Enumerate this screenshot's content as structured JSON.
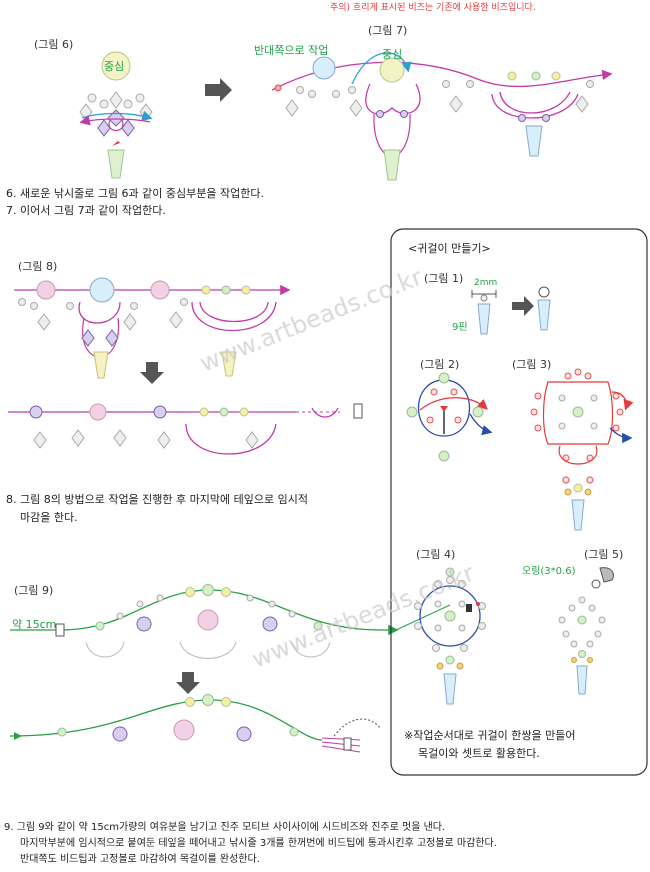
{
  "top_note": "주의) 흐리게 표시된 비즈는 기존에 사용한 비즈입니다.",
  "figures": {
    "fig6": "(그림 6)",
    "fig7": "(그림 7)",
    "fig8": "(그림 8)",
    "fig9": "(그림 9)"
  },
  "labels": {
    "center6": "중심",
    "center7": "중심",
    "opposite": "반대쪽으로 작업",
    "length15": "약 15cm"
  },
  "steps": {
    "s6": "6. 새로운 낚시줄로 그림 6과 같이 중심부분을 작업한다.",
    "s7": "7. 이어서 그림 7과 같이 작업한다.",
    "s8a": "8. 그림 8의 방법으로 작업을 진행한 후 마지막에 테잎으로 임시적",
    "s8b": "마감을 한다.",
    "s9a": "9. 그림 9와 같이 약 15cm가량의 여유분을 남기고 진주 모티브 사이사이에 시드비즈와 진주로 멋을 낸다.",
    "s9b": "마지막부분에 임시적으로 붙여둔 테잎을 떼어내고 낚시줄 3개를 한꺼번에 비드팁에 통과시킨후 고정볼로 마감한다.",
    "s9c": "반대쪽도 비드팁과 고정볼로 마감하여 목걸이를 완성한다."
  },
  "earring_box": {
    "title": "<귀걸이 만들기>",
    "fig1": "(그림 1)",
    "fig2": "(그림 2)",
    "fig3": "(그림 3)",
    "fig4": "(그림 4)",
    "fig5": "(그림 5)",
    "size_2mm": "2mm",
    "pin_9": "9핀",
    "oring": "오링(3*0.6)",
    "note_a": "※작업순서대로 귀걸이 한쌍을 만들어",
    "note_b": "목걸이와 셋트로 활용한다."
  },
  "watermarks": [
    "www.artbeads.co.kr",
    "www.artbeads.co.kr"
  ],
  "colors": {
    "thread_pink": "#c23aa8",
    "thread_blue": "#2a9fd6",
    "thread_red": "#e23b3b",
    "thread_navy": "#2a4fa8",
    "thread_green": "#2aa045",
    "accent_green": "#22a04a"
  }
}
